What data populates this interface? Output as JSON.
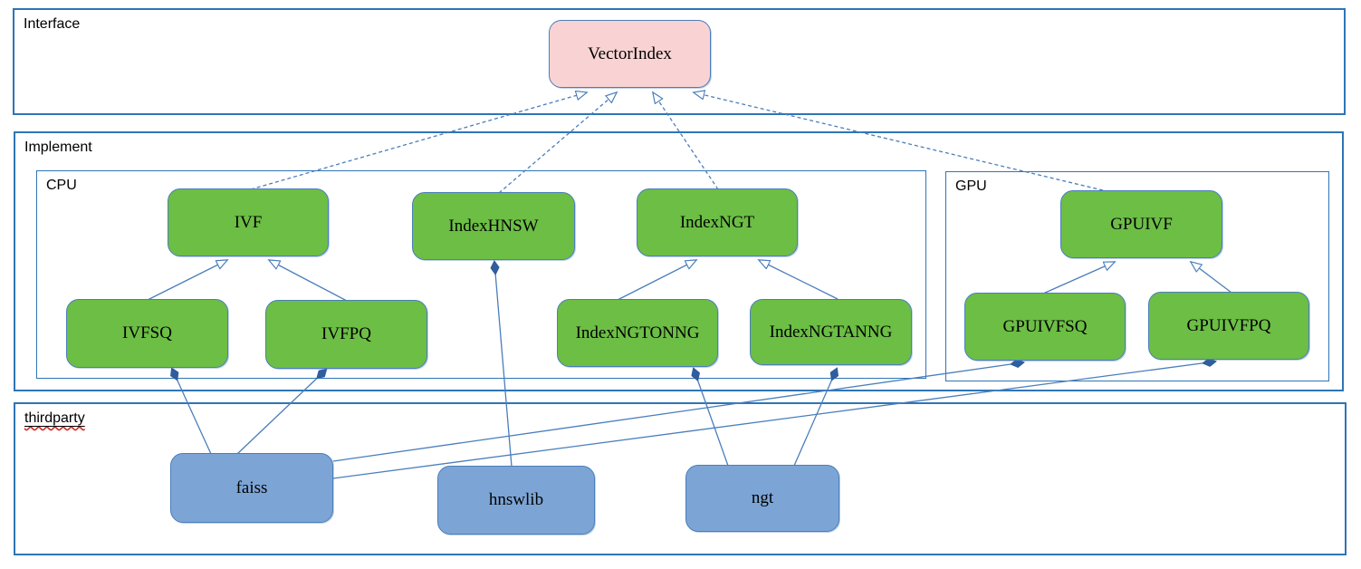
{
  "containers": {
    "interface": {
      "label": "Interface"
    },
    "implement": {
      "label": "Implement"
    },
    "cpu": {
      "label": "CPU"
    },
    "gpu": {
      "label": "GPU"
    },
    "thirdparty": {
      "label": "thirdparty",
      "spellcheck_underline": true
    }
  },
  "nodes": {
    "vectorindex": {
      "label": "VectorIndex",
      "group": "interface",
      "color": "#f9d3d3"
    },
    "ivf": {
      "label": "IVF",
      "group": "cpu",
      "color": "#6cbe45"
    },
    "indexhnsw": {
      "label": "IndexHNSW",
      "group": "cpu",
      "color": "#6cbe45"
    },
    "indexngt": {
      "label": "IndexNGT",
      "group": "cpu",
      "color": "#6cbe45"
    },
    "ivfsq": {
      "label": "IVFSQ",
      "group": "cpu",
      "color": "#6cbe45"
    },
    "ivfpq": {
      "label": "IVFPQ",
      "group": "cpu",
      "color": "#6cbe45"
    },
    "indexngtonng": {
      "label": "IndexNGTONNG",
      "group": "cpu",
      "color": "#6cbe45"
    },
    "indexngtanng": {
      "label": "IndexNGTANNG",
      "group": "cpu",
      "color": "#6cbe45"
    },
    "gpuivf": {
      "label": "GPUIVF",
      "group": "gpu",
      "color": "#6cbe45"
    },
    "gpuivfsq": {
      "label": "GPUIVFSQ",
      "group": "gpu",
      "color": "#6cbe45"
    },
    "gpuivfpq": {
      "label": "GPUIVFPQ",
      "group": "gpu",
      "color": "#6cbe45"
    },
    "faiss": {
      "label": "faiss",
      "group": "thirdparty",
      "color": "#7ca5d6"
    },
    "hnswlib": {
      "label": "hnswlib",
      "group": "thirdparty",
      "color": "#7ca5d6"
    },
    "ngt": {
      "label": "ngt",
      "group": "thirdparty",
      "color": "#7ca5d6"
    }
  },
  "edges": [
    {
      "from": "IVF",
      "to": "VectorIndex",
      "type": "realization"
    },
    {
      "from": "IndexHNSW",
      "to": "VectorIndex",
      "type": "realization"
    },
    {
      "from": "IndexNGT",
      "to": "VectorIndex",
      "type": "realization"
    },
    {
      "from": "GPUIVF",
      "to": "VectorIndex",
      "type": "realization"
    },
    {
      "from": "IVFSQ",
      "to": "IVF",
      "type": "inheritance"
    },
    {
      "from": "IVFPQ",
      "to": "IVF",
      "type": "inheritance"
    },
    {
      "from": "IndexNGTONNG",
      "to": "IndexNGT",
      "type": "inheritance"
    },
    {
      "from": "IndexNGTANNG",
      "to": "IndexNGT",
      "type": "inheritance"
    },
    {
      "from": "GPUIVFSQ",
      "to": "GPUIVF",
      "type": "inheritance"
    },
    {
      "from": "GPUIVFPQ",
      "to": "GPUIVF",
      "type": "inheritance"
    },
    {
      "from": "faiss",
      "to": "IVFSQ",
      "type": "composition"
    },
    {
      "from": "faiss",
      "to": "IVFPQ",
      "type": "composition"
    },
    {
      "from": "faiss",
      "to": "GPUIVFSQ",
      "type": "composition"
    },
    {
      "from": "faiss",
      "to": "GPUIVFPQ",
      "type": "composition"
    },
    {
      "from": "hnswlib",
      "to": "IndexHNSW",
      "type": "composition"
    },
    {
      "from": "ngt",
      "to": "IndexNGTONNG",
      "type": "composition"
    },
    {
      "from": "ngt",
      "to": "IndexNGTANNG",
      "type": "composition"
    }
  ],
  "colors": {
    "container_border": "#2e75b6",
    "node_border": "#4a7ebb",
    "edge_line": "#4a7ebb",
    "diamond_fill": "#2f5d9e",
    "interface_node_fill": "#f9d3d3",
    "implement_node_fill": "#6cbe45",
    "thirdparty_node_fill": "#7ca5d6",
    "spellcheck_wave": "#d3291f",
    "text": "#000000"
  }
}
